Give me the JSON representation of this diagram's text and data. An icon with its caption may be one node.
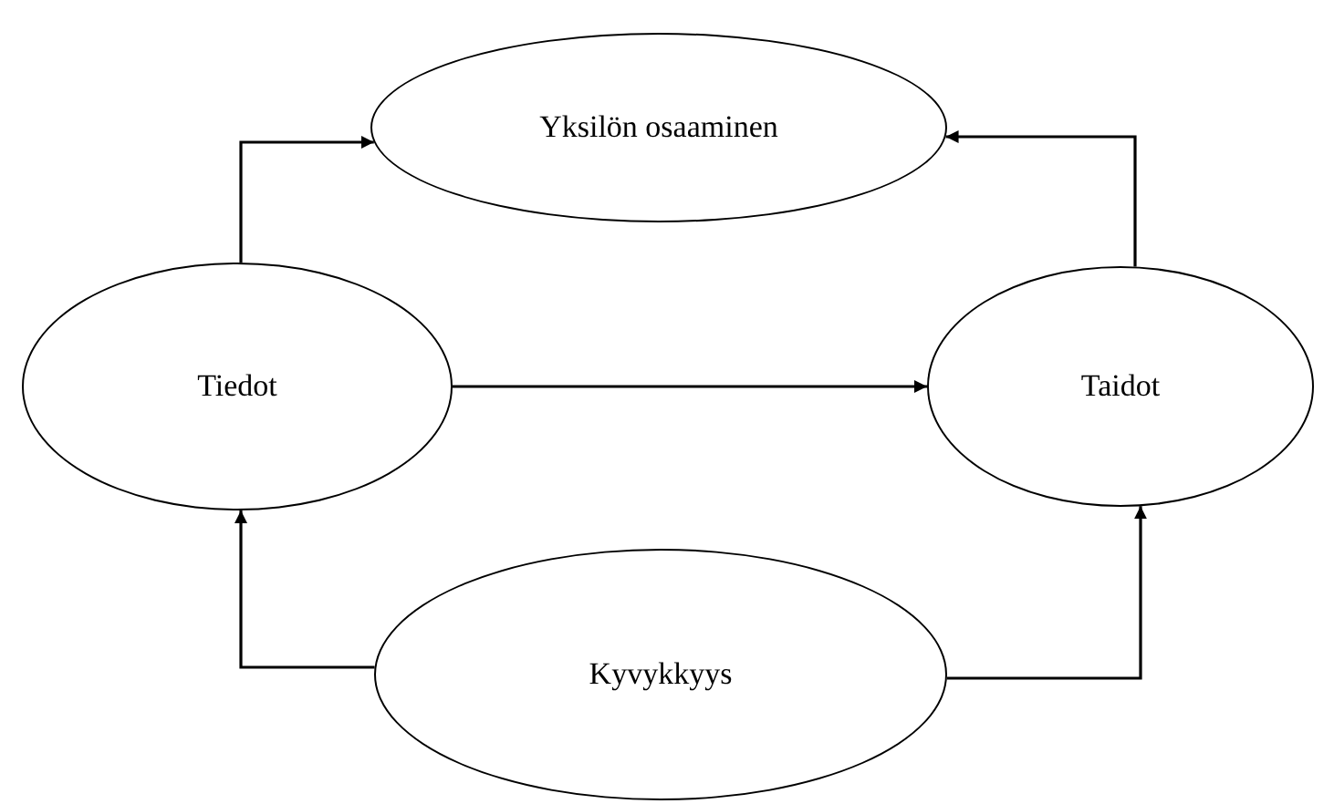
{
  "diagram": {
    "nodes": [
      {
        "text": [
          "Yksilön osaaminen"
        ]
      },
      {
        "text": [
          "Tiedot"
        ]
      },
      {
        "text": [
          "Taidot"
        ]
      },
      {
        "text": [
          "Kyvykkyys"
        ]
      }
    ],
    "edges": [
      {
        "from": 1,
        "to": 0,
        "arrow": "to"
      },
      {
        "from": 2,
        "to": 0,
        "arrow": "to"
      },
      {
        "from": 1,
        "to": 2,
        "arrow": "to"
      },
      {
        "from": 3,
        "to": 1,
        "arrow": "to"
      },
      {
        "from": 3,
        "to": 2,
        "arrow": "to"
      }
    ]
  }
}
